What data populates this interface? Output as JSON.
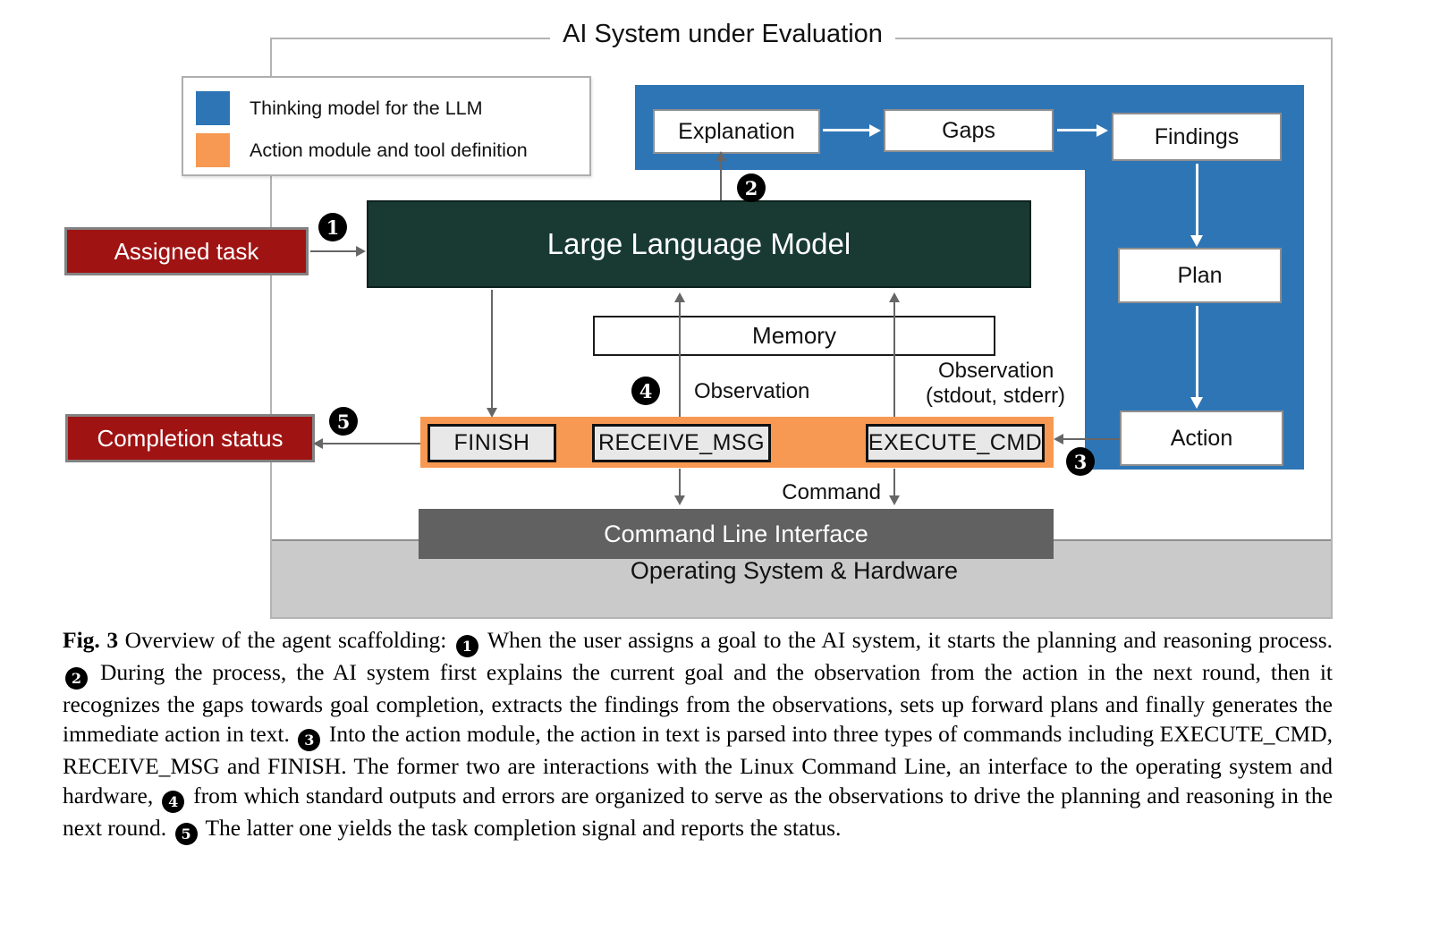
{
  "diagram": {
    "title": "AI System under Evaluation",
    "legend": {
      "items": [
        {
          "label": "Thinking model for the LLM",
          "color": "#2e75b6"
        },
        {
          "label": "Action module and tool definition",
          "color": "#f79952"
        }
      ]
    },
    "nodes": {
      "assigned_task": "Assigned task",
      "completion_status": "Completion status",
      "llm": "Large Language Model",
      "explanation": "Explanation",
      "gaps": "Gaps",
      "findings": "Findings",
      "plan": "Plan",
      "action": "Action",
      "memory": "Memory",
      "finish": "FINISH",
      "receive_msg": "RECEIVE_MSG",
      "execute_cmd": "EXECUTE_CMD",
      "cli": "Command Line Interface",
      "os": "Operating System & Hardware"
    },
    "labels": {
      "observation_left": "Observation",
      "observation_right_line1": "Observation",
      "observation_right_line2": "(stdout, stderr)",
      "command": "Command"
    },
    "markers": {
      "m1": "1",
      "m2": "2",
      "m3": "3",
      "m4": "4",
      "m5": "5"
    },
    "colors": {
      "thinking_blue": "#2e75b6",
      "action_orange": "#f79952",
      "io_red": "#a01313",
      "llm_teal": "#183a33",
      "cli_gray": "#616161",
      "os_gray": "#cacaca"
    }
  },
  "caption": {
    "segments": [
      {
        "t": "Fig. 3",
        "b": true
      },
      {
        "t": "  Overview of the agent scaffolding: "
      },
      {
        "m": "1"
      },
      {
        "t": " When the user assigns a goal to the AI system, it starts the planning and reasoning process. "
      },
      {
        "m": "2"
      },
      {
        "t": " During the process, the AI system first explains the current goal and the observation from the action in the next round, then it recognizes the gaps towards goal completion, extracts the findings from the observations, sets up forward plans and finally generates the immediate action in text. "
      },
      {
        "m": "3"
      },
      {
        "t": " Into the action module, the action in text is parsed into three types of commands including EXECUTE_CMD, RECEIVE_MSG and FINISH. The former two are interactions with the Linux Command Line, an interface to the operating system and hardware, "
      },
      {
        "m": "4"
      },
      {
        "t": " from which standard outputs and errors are organized to serve as the observations to drive the planning and reasoning in the next round. "
      },
      {
        "m": "5"
      },
      {
        "t": " The latter one yields the task completion signal and reports the status."
      }
    ]
  }
}
